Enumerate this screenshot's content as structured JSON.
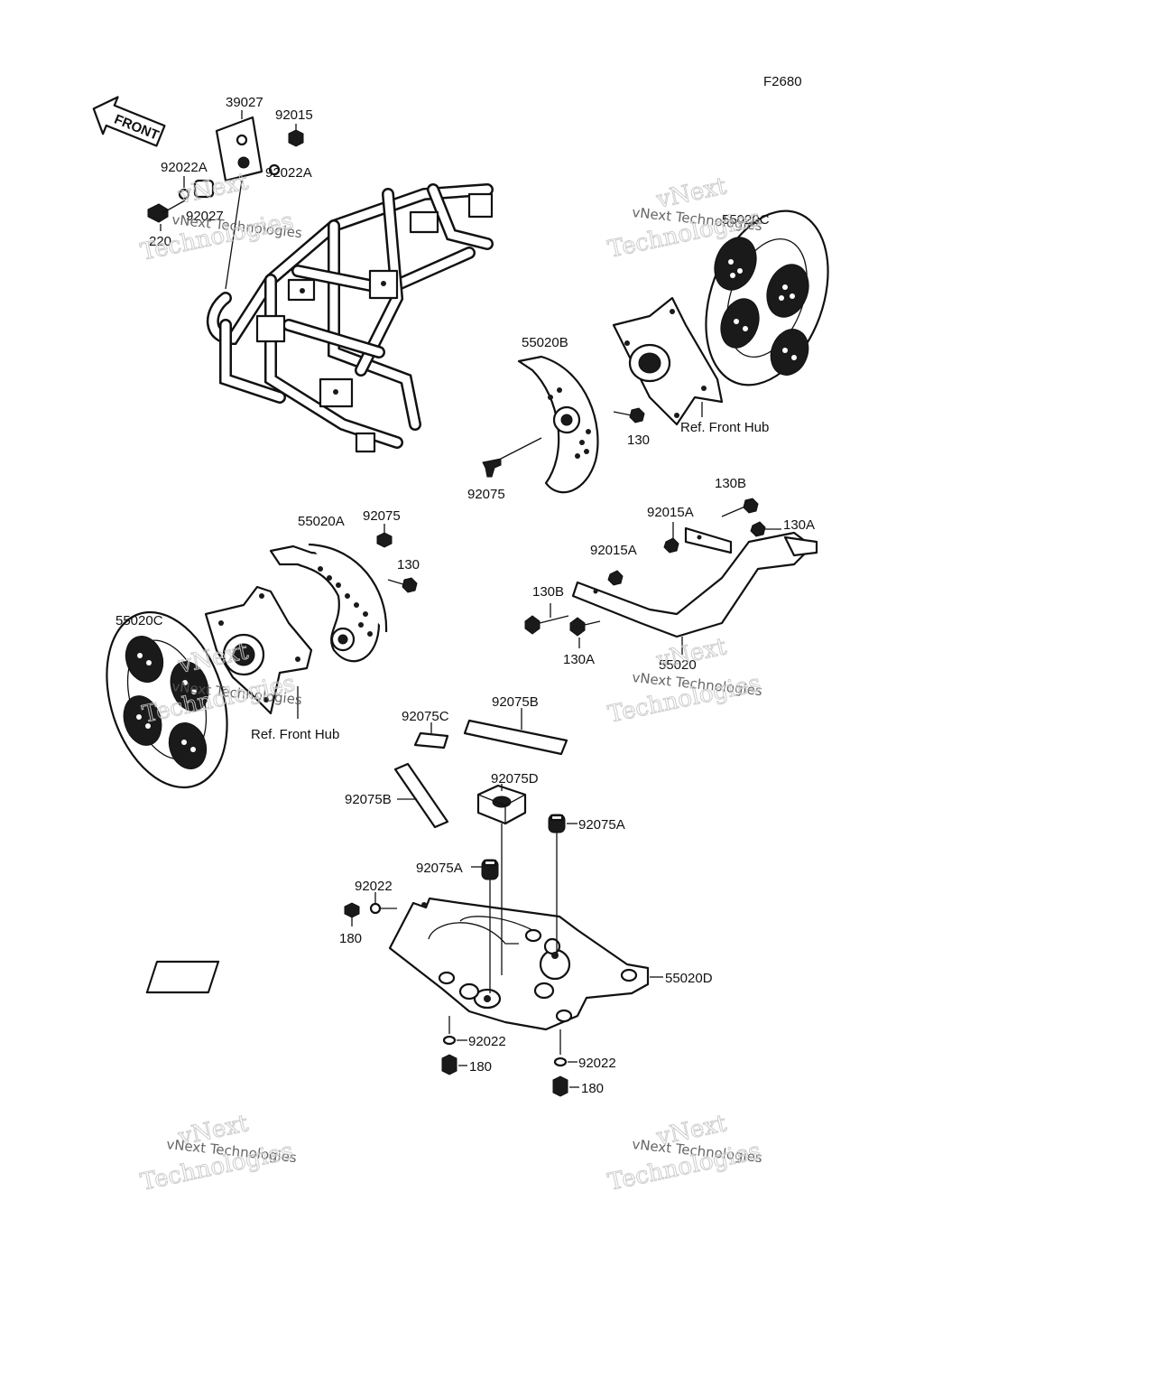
{
  "figure_code": "F2680",
  "front_arrow": "FRONT",
  "watermark": {
    "line1": "vNext",
    "line2": "vNext Technologies",
    "line3": "Technologies"
  },
  "callouts": {
    "p39027": "39027",
    "p92015_top": "92015",
    "p92022A_left": "92022A",
    "p92022A_right": "92022A",
    "p92027": "92027",
    "p220": "220",
    "p55020C_top": "55020C",
    "p55020B": "55020B",
    "p130_top": "130",
    "ref_front_hub_top": "Ref. Front Hub",
    "p92075_left": "92075",
    "p130B_top": "130B",
    "p92015A_a": "92015A",
    "p130A_right": "130A",
    "p92015A_b": "92015A",
    "p55020A": "55020A",
    "p92075_mid": "92075",
    "p130_mid": "130",
    "p130B_left": "130B",
    "p55020C_left": "55020C",
    "p130A_bottom": "130A",
    "p55020": "55020",
    "ref_front_hub_left": "Ref. Front Hub",
    "p92075B_top": "92075B",
    "p92075C": "92075C",
    "p92075D": "92075D",
    "p92075B_left": "92075B",
    "p92075A_right": "92075A",
    "p92075A_left": "92075A",
    "p92022_left": "92022",
    "p180_left": "180",
    "p55020D": "55020D",
    "p92022_bottom": "92022",
    "p180_bottom": "180",
    "p92022_right": "92022",
    "p180_right": "180"
  }
}
